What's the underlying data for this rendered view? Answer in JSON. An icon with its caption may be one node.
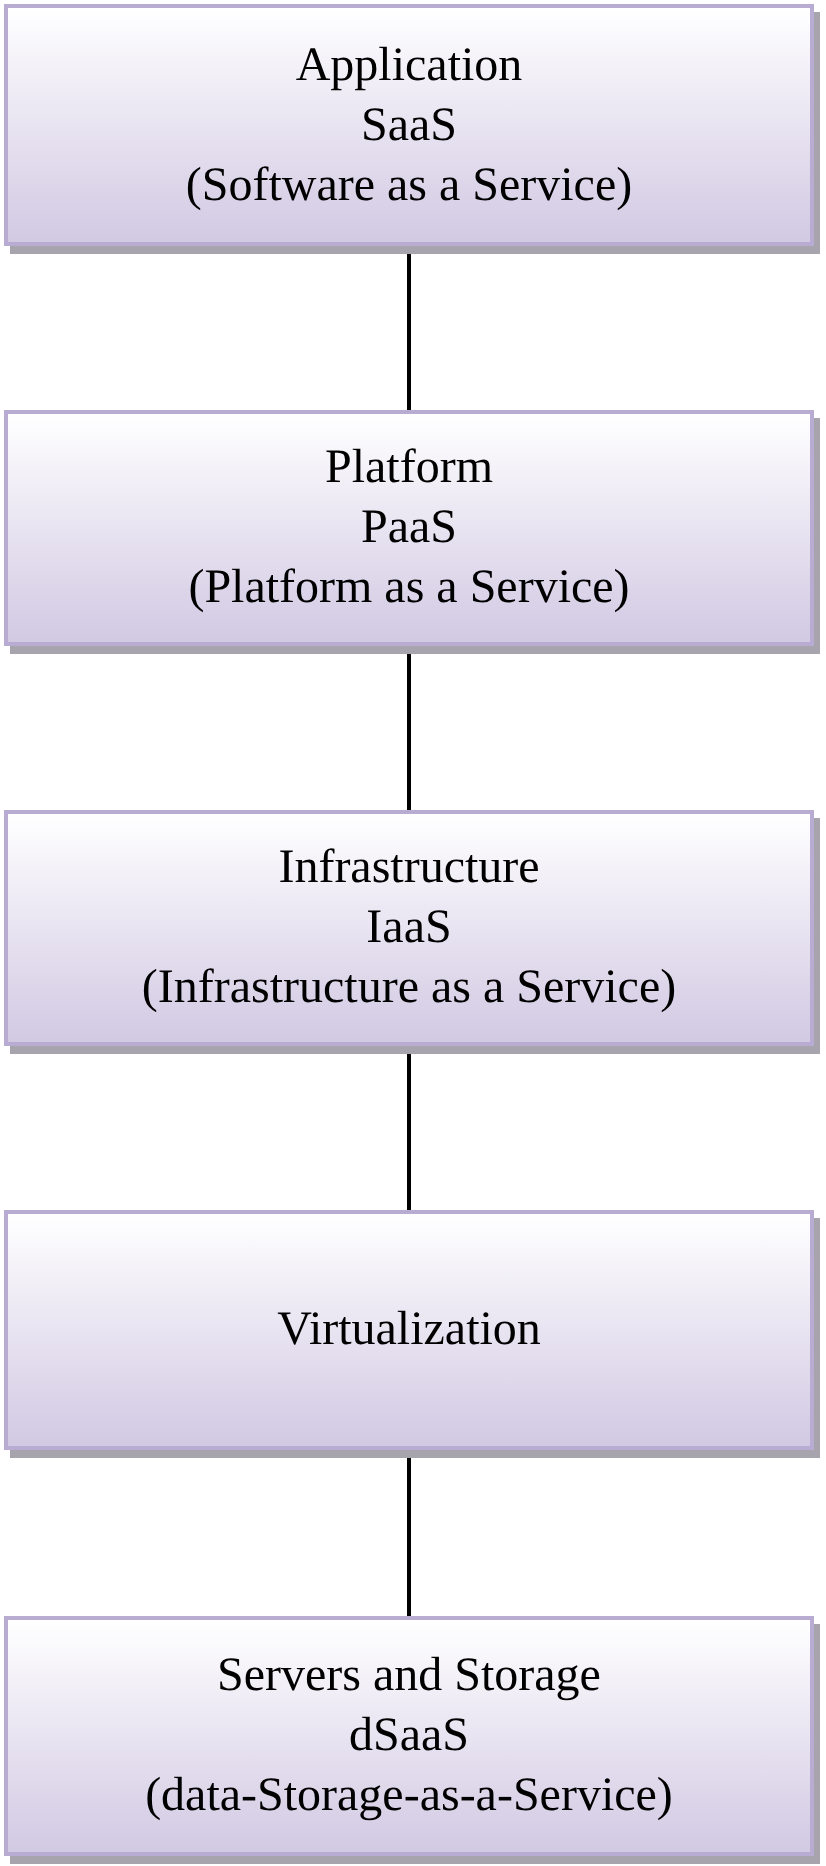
{
  "diagram": {
    "nodes": [
      {
        "text": [
          "Application",
          "SaaS",
          "(Software as a Service)"
        ]
      },
      {
        "text": [
          "Platform",
          "PaaS",
          "(Platform as a Service)"
        ]
      },
      {
        "text": [
          "Infrastructure",
          "IaaS",
          "(Infrastructure as a Service)"
        ]
      },
      {
        "text": [
          "Virtualization"
        ]
      },
      {
        "text": [
          "Servers and Storage",
          "dSaaS",
          "(data-Storage-as-a-Service)"
        ]
      }
    ],
    "edges": [
      {
        "from": 0,
        "to": 1,
        "arrow": "none"
      },
      {
        "from": 1,
        "to": 2,
        "arrow": "none"
      },
      {
        "from": 2,
        "to": 3,
        "arrow": "none"
      },
      {
        "from": 3,
        "to": 4,
        "arrow": "none"
      }
    ]
  }
}
